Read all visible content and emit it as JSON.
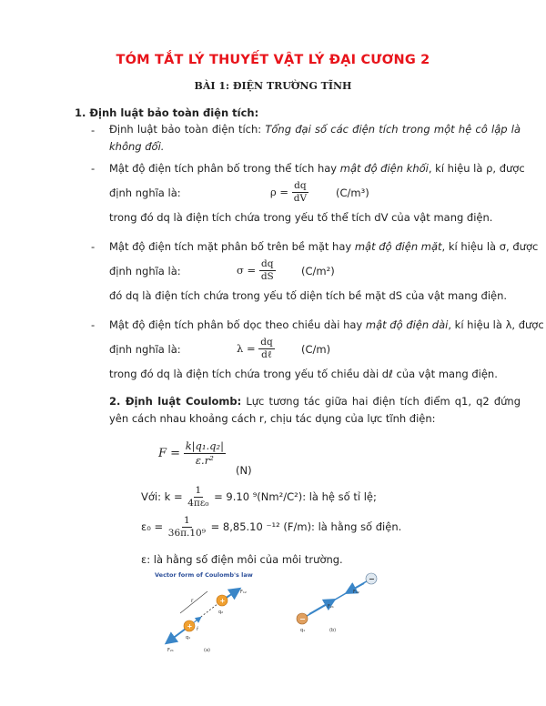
{
  "title": "TÓM TẮT LÝ THUYẾT VẬT LÝ ĐẠI CƯƠNG 2",
  "subtitle": "BÀI 1: ĐIỆN TRƯỜNG TĨNH",
  "section1": {
    "heading": "1.   Định luật bảo toàn điện tích:",
    "item1": {
      "dash": "-",
      "lead": "Định luật bảo toàn điện tích: ",
      "italic": "Tổng đại số các điện tích trong một hệ cô lập là không đổi."
    },
    "item2": {
      "dash": "-",
      "lead": "Mật độ điện tích phân bố trong thể tích hay ",
      "italic": "mật độ điện khối",
      "tail": ", kí hiệu là ρ, được",
      "line2": "định nghĩa là:",
      "lhs": "ρ =",
      "num": "dq",
      "den": "dV",
      "unit": "(C/m³)",
      "note": "trong đó dq là điện tích chứa trong yếu tố thể tích dV của vật mang điện."
    },
    "item3": {
      "dash": "-",
      "lead": "Mật độ điện tích mặt phân bố trên bề mặt hay ",
      "italic": "mật độ điện mặt",
      "tail": ", kí hiệu là σ, được",
      "line2": "định nghĩa là:",
      "lhs": "σ =",
      "num": "dq",
      "den": "dS",
      "unit": "(C/m²)",
      "note": "đó dq là điện tích chứa trong yếu tố diện tích bề mặt dS của vật mang điện."
    },
    "item4": {
      "dash": "-",
      "lead": "Mật độ điện tích phân bố dọc theo chiều dài hay ",
      "italic": "mật độ điện dài",
      "tail": ", kí hiệu là λ, được",
      "line2": "định nghĩa là:",
      "lhs": "λ =",
      "num": "dq",
      "den": "dℓ",
      "unit": "(C/m)",
      "note": "trong đó dq là điện tích chứa trong yếu tố chiều dài dℓ của vật mang điện."
    }
  },
  "section2": {
    "heading": "2. Định luật Coulomb:",
    "text": " Lực tương tác giữa hai điện tích điểm q1, q2 đứng yên cách nhau khoảng cách r, chịu tác dụng của lực tĩnh điện:",
    "formula": {
      "lhs": "F =",
      "num": "k|q₁.q₂|",
      "den": "ε.r²",
      "unit": "(N)"
    },
    "k_line": {
      "lead": "Với: k =",
      "num": "1",
      "den": "4πε₀",
      "tail": "= 9.10 ⁹(Nm²/C²): là hệ số tỉ lệ;"
    },
    "eps_line": {
      "lead": "ε₀ =",
      "num": "1",
      "den": "36π.10⁹",
      "tail": "= 8,85.10 ⁻¹² (F/m): là hằng số điện."
    },
    "eps_note": "ε: là hằng số điện môi của môi trường."
  },
  "figure": {
    "caption": "Vector form of Coulomb's law",
    "label_a": "(a)",
    "label_b": "(b)",
    "f12": "F₁₂",
    "f21": "F₂₁",
    "q1": "q₁",
    "q2": "q₂",
    "r_hat": "r̂",
    "r": "r",
    "plus": "+",
    "minus": "−",
    "colors": {
      "caption": "#2c4f9a",
      "arrow": "#3a86c8",
      "charge_pos": "#f0a030",
      "charge_neg": "#e0a060"
    }
  }
}
